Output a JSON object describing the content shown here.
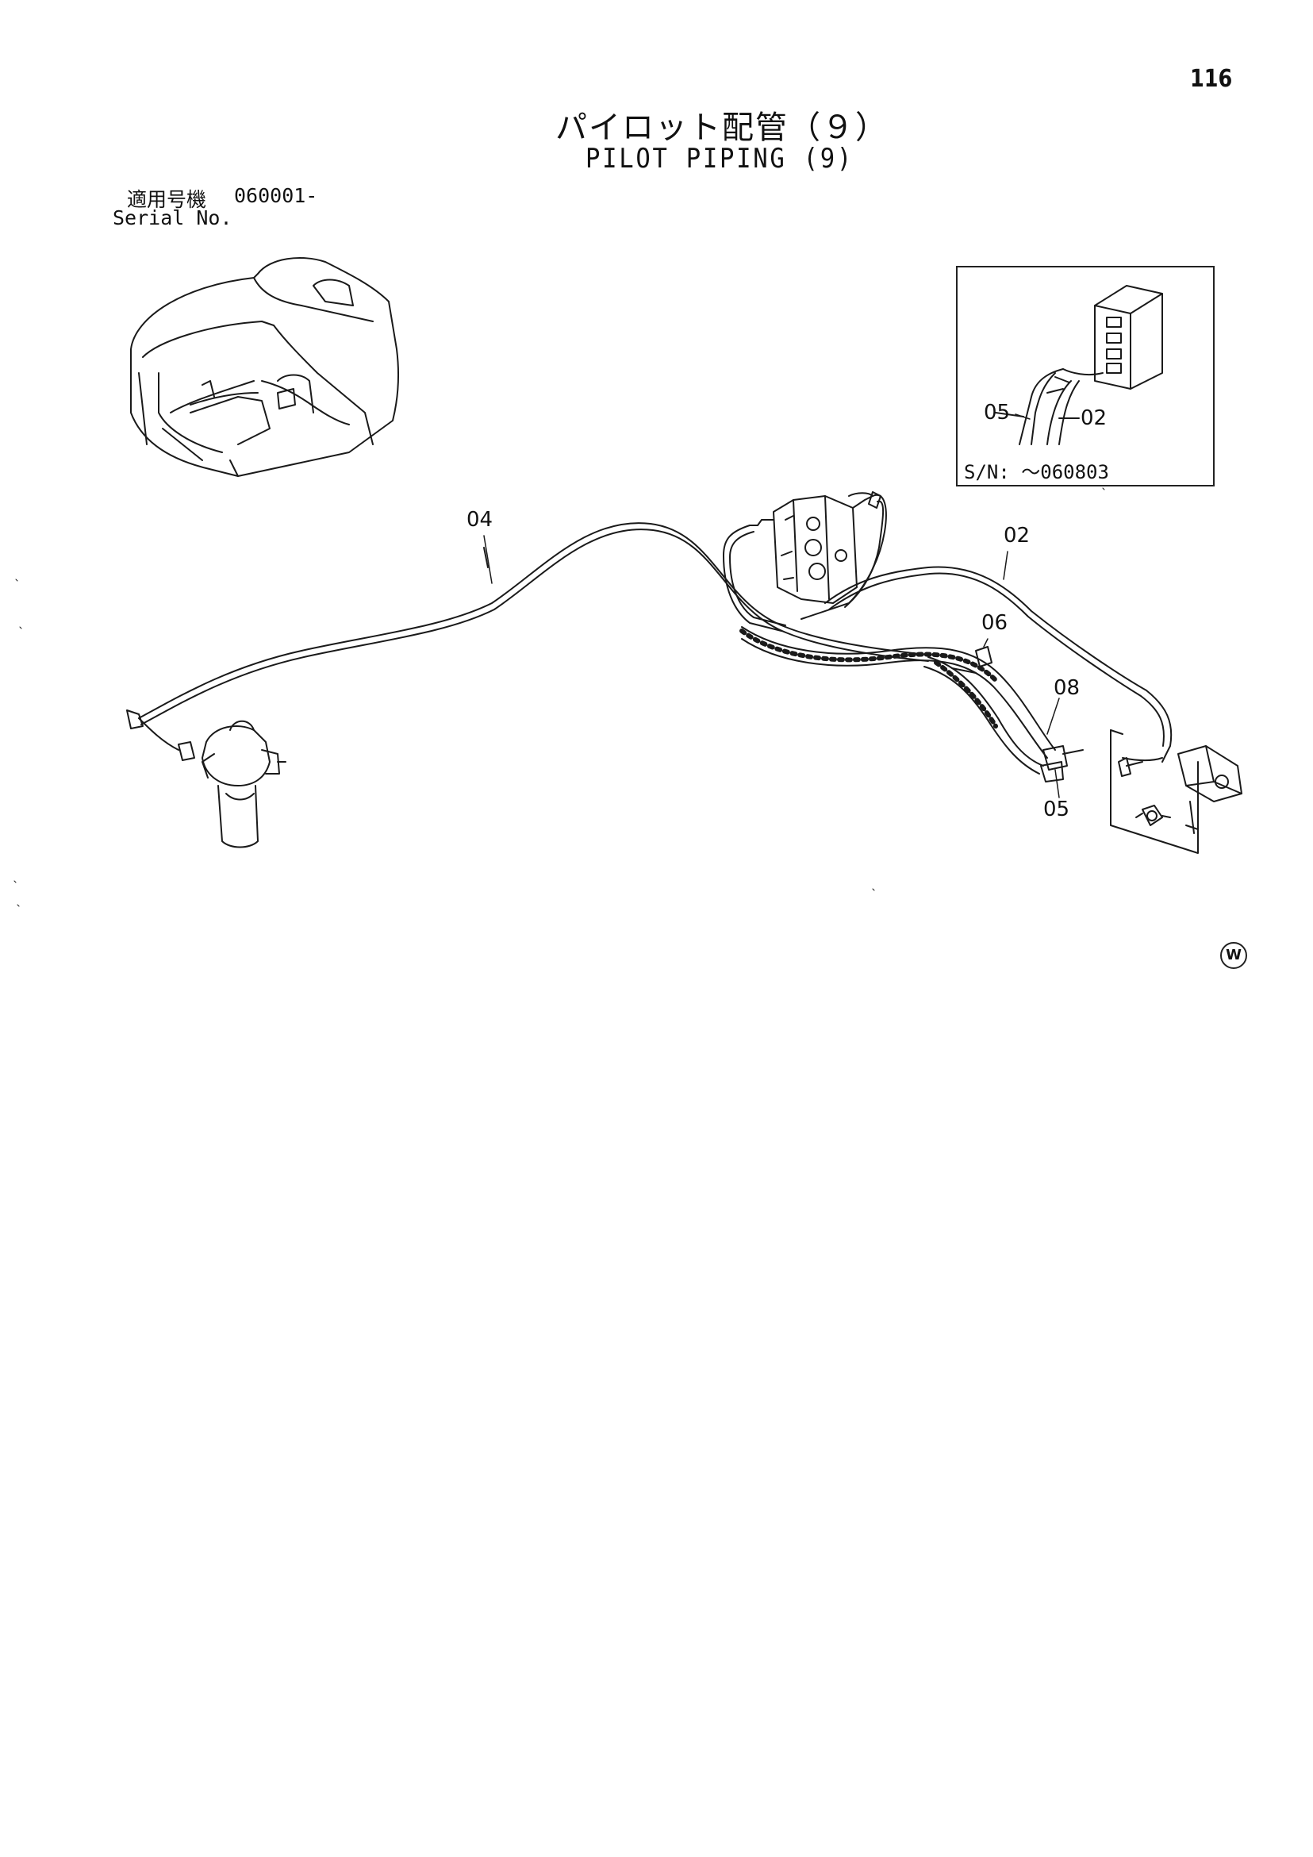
{
  "page_number": "116",
  "title": {
    "japanese": "パイロット配管（９）",
    "english": "PILOT PIPING (9)"
  },
  "serial": {
    "label_jp": "適用号機",
    "value": "060001-",
    "label_en": "Serial No."
  },
  "inset": {
    "sn_note": "S/N: ～060803",
    "labels": [
      "05",
      "02"
    ]
  },
  "callouts": [
    "04",
    "02",
    "06",
    "08",
    "05"
  ],
  "marks": {
    "w_symbol": "W"
  }
}
